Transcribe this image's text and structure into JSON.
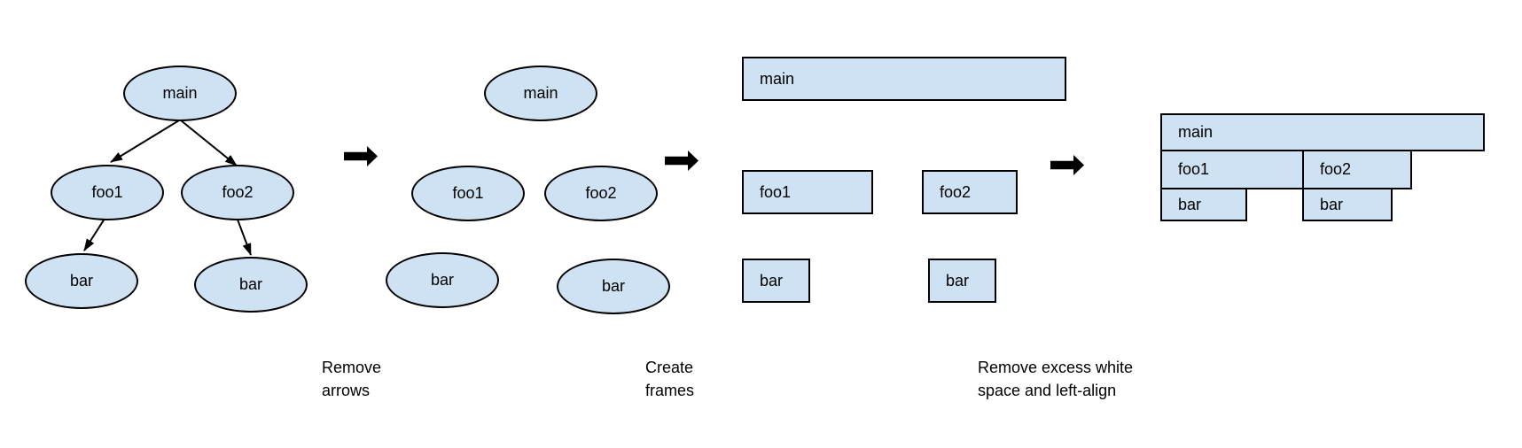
{
  "labels": {
    "main": "main",
    "foo1": "foo1",
    "foo2": "foo2",
    "bar": "bar"
  },
  "captions": {
    "remove_arrows": {
      "line1": "Remove",
      "line2": "arrows"
    },
    "create_frames": {
      "line1": "Create",
      "line2": "frames"
    },
    "left_align": {
      "line1": "Remove excess white",
      "line2": "space and left-align"
    }
  },
  "tree_edges": [
    {
      "from": "main",
      "to": "foo1"
    },
    {
      "from": "main",
      "to": "foo2"
    },
    {
      "from": "foo1",
      "to": "bar"
    },
    {
      "from": "foo2",
      "to": "bar"
    }
  ],
  "colors": {
    "node_fill": "#cfe2f3",
    "node_stroke": "#000000",
    "arrow_color": "#000000",
    "text_color": "#000000",
    "background": "#ffffff"
  }
}
